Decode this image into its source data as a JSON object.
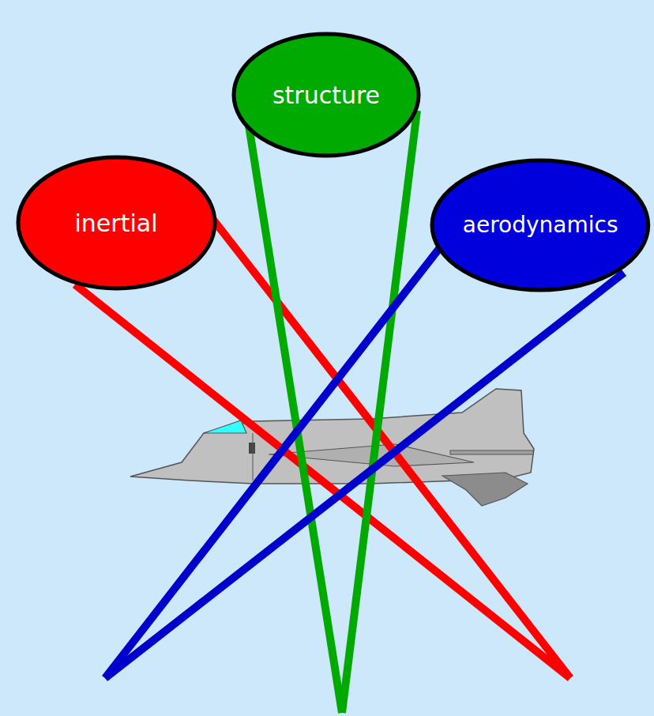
{
  "diagram": {
    "nodes": [
      {
        "text": [
          "structure"
        ]
      },
      {
        "text": [
          "inertial"
        ]
      },
      {
        "text": [
          "aerodynamics"
        ]
      }
    ]
  }
}
